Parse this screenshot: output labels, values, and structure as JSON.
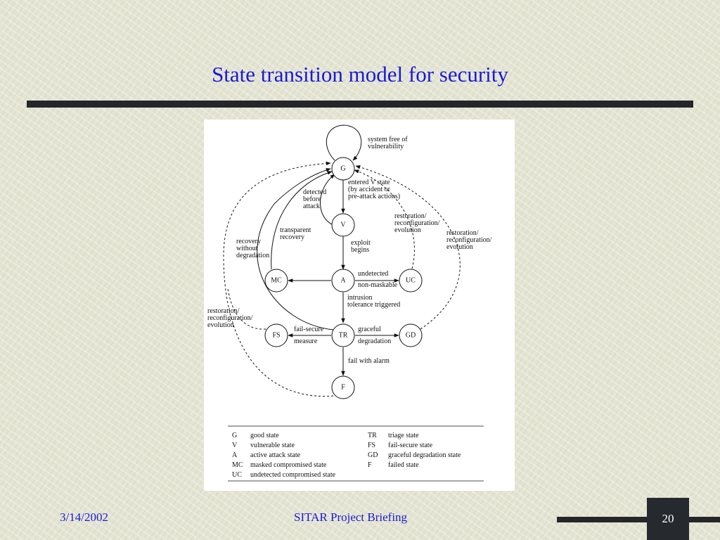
{
  "slide": {
    "title": "State transition model for security",
    "footer_date": "3/14/2002",
    "footer_center": "SITAR Project Briefing",
    "page_number": "20"
  },
  "diagram": {
    "nodes": {
      "G": "G",
      "V": "V",
      "A": "A",
      "MC": "MC",
      "UC": "UC",
      "TR": "TR",
      "FS": "FS",
      "GD": "GD",
      "F": "F"
    },
    "labels": {
      "self_loop": [
        "system free of",
        "vulnerability"
      ],
      "g_to_v": [
        "entered V state",
        "(by accident or",
        "pre-attack actions)"
      ],
      "v_to_g": [
        "detected",
        "before",
        "attack"
      ],
      "mc_to_g": [
        "transparent",
        "recovery"
      ],
      "tr_to_g": [
        "recovery",
        "without",
        "degradation"
      ],
      "uc_to_g": [
        "restoration/",
        "reconfiguration/",
        "evolution"
      ],
      "gd_to_g": [
        "restoration/",
        "reconfiguration/",
        "evolution"
      ],
      "fs_f_to_g": [
        "restoration/",
        "reconfiguration/",
        "evolution"
      ],
      "v_to_a": [
        "exploit",
        "begins"
      ],
      "a_to_uc": [
        "undetected",
        "non-maskable"
      ],
      "a_to_tr": [
        "intrusion",
        "tolerance triggered"
      ],
      "tr_to_fs": [
        "fail-secure",
        "measure"
      ],
      "tr_to_gd": [
        "graceful",
        "degradation"
      ],
      "tr_to_f": [
        "fail with alarm"
      ]
    },
    "legend": [
      [
        "G",
        "good state"
      ],
      [
        "V",
        "vulnerable state"
      ],
      [
        "A",
        "active attack state"
      ],
      [
        "MC",
        "masked compromised state"
      ],
      [
        "UC",
        "undetected compromised state"
      ],
      [
        "TR",
        "triage state"
      ],
      [
        "FS",
        "fail-secure state"
      ],
      [
        "GD",
        "graceful degradation state"
      ],
      [
        "F",
        "failed state"
      ]
    ]
  }
}
